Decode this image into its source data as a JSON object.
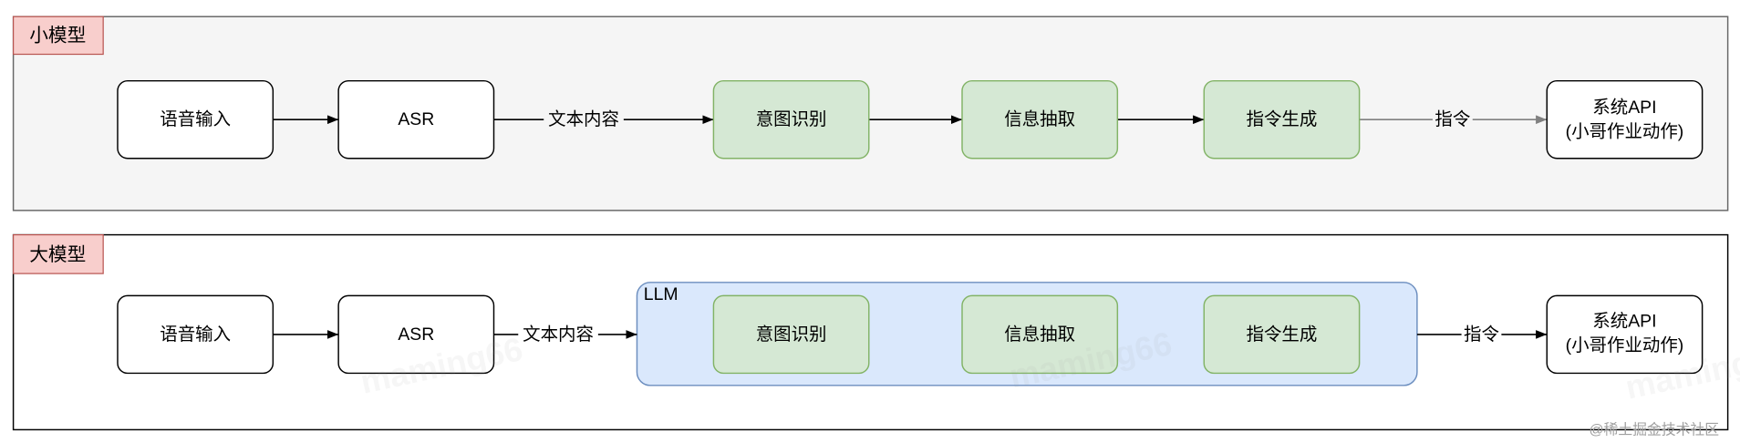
{
  "colors": {
    "small_panel_fill": "#f5f5f5",
    "small_panel_stroke": "#666666",
    "large_panel_fill": "#ffffff",
    "large_panel_stroke": "#000000",
    "label_fill": "#f8cecc",
    "label_stroke": "#b85450",
    "plain_node_fill": "#ffffff",
    "plain_node_stroke": "#000000",
    "green_node_fill": "#d5e8d4",
    "green_node_stroke": "#82b366",
    "llm_fill": "#dae8fc",
    "llm_stroke": "#6c8ebf",
    "edge_black": "#000000",
    "edge_gray": "#808080"
  },
  "small_model": {
    "label": "小模型",
    "nodes": {
      "voice_input": "语音输入",
      "asr": "ASR",
      "intent": "意图识别",
      "extract": "信息抽取",
      "command_gen": "指令生成",
      "system_api_line1": "系统API",
      "system_api_line2": "(小哥作业动作)"
    },
    "edges": {
      "text_content": "文本内容",
      "command": "指令"
    }
  },
  "large_model": {
    "label": "大模型",
    "llm_label": "LLM",
    "nodes": {
      "voice_input": "语音输入",
      "asr": "ASR",
      "intent": "意图识别",
      "extract": "信息抽取",
      "command_gen": "指令生成",
      "system_api_line1": "系统API",
      "system_api_line2": "(小哥作业动作)"
    },
    "edges": {
      "text_content": "文本内容",
      "command": "指令"
    }
  },
  "watermarks": {
    "author": "maming66",
    "site": "@稀土掘金技术社区"
  }
}
